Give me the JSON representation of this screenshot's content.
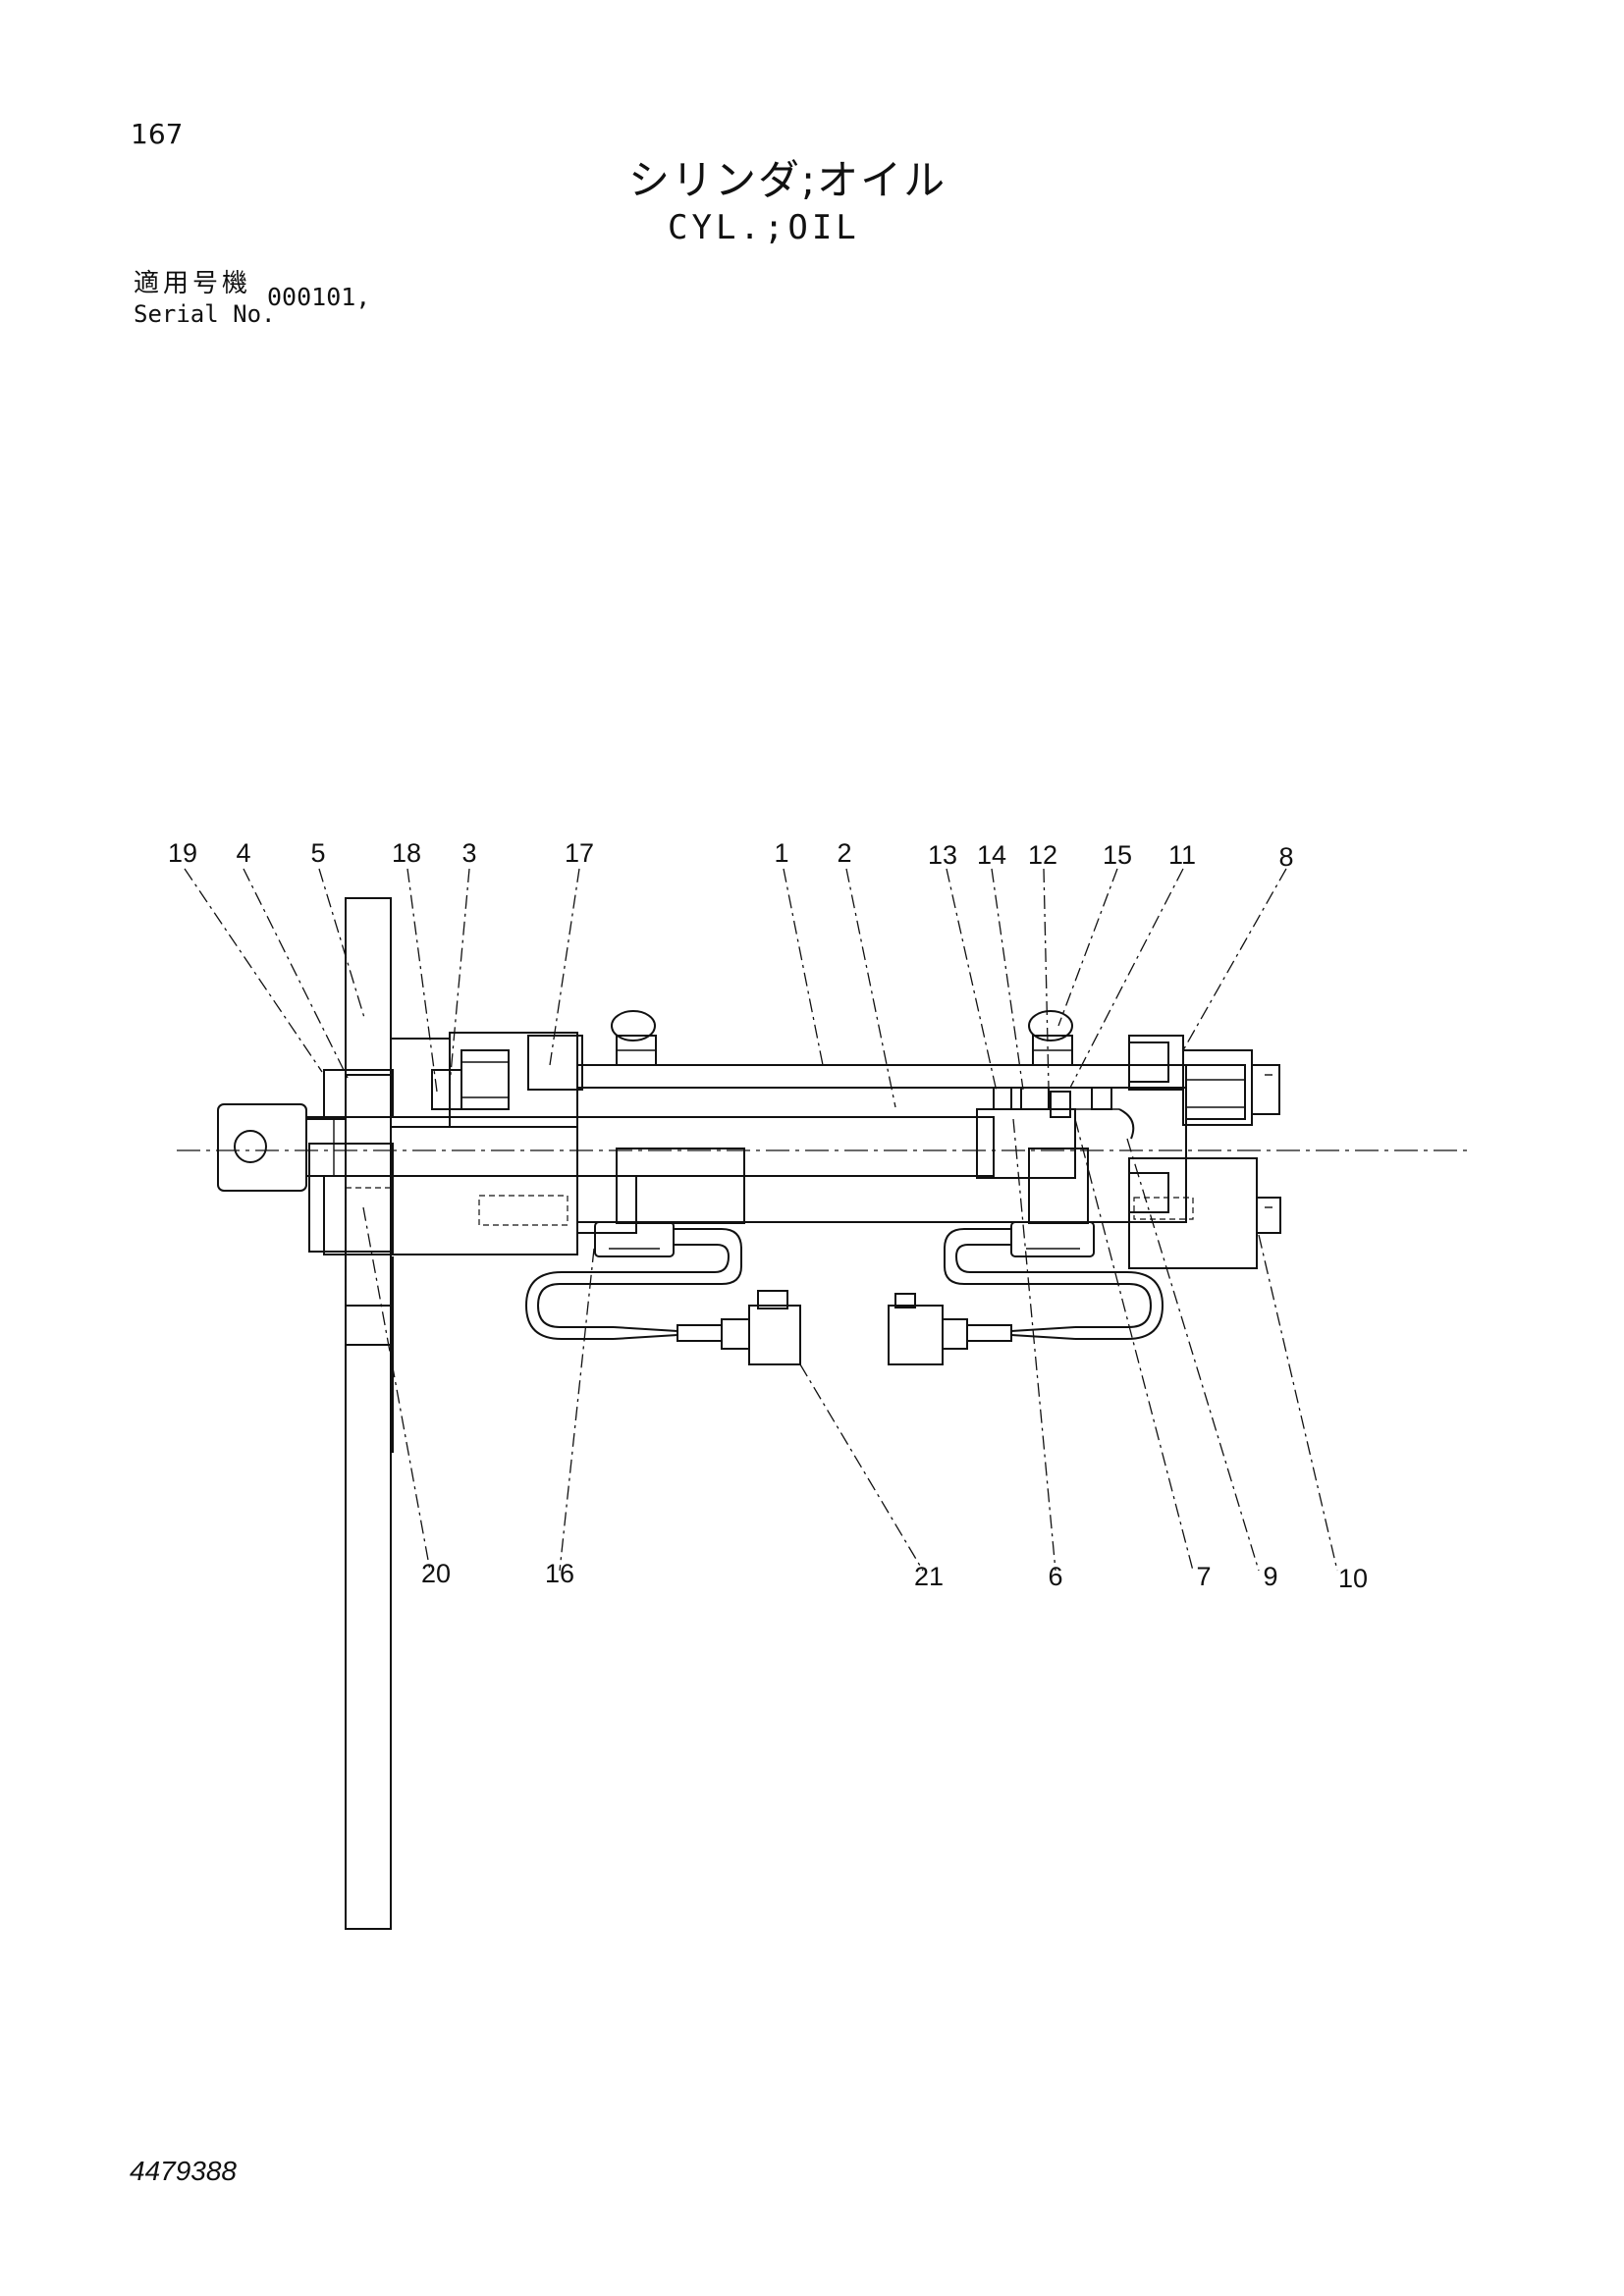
{
  "page": {
    "number": "167",
    "title_jp": "シリンダ;オイル",
    "title_en": "CYL.;OIL",
    "serial_label_jp": "適用号機",
    "serial_label_en": "Serial No.",
    "serial_value": "000101,",
    "document_number": "4479388"
  },
  "callouts": [
    "19",
    "4",
    "5",
    "18",
    "3",
    "17",
    "1",
    "2",
    "13",
    "14",
    "12",
    "15",
    "11",
    "8",
    "20",
    "16",
    "21",
    "6",
    "7",
    "9",
    "10"
  ]
}
